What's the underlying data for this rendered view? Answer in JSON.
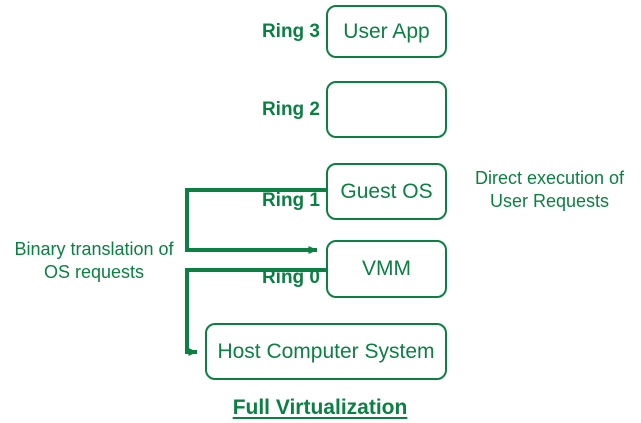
{
  "diagram": {
    "caption": "Full Virtualization",
    "accent_color": "#0b8043",
    "background_color": "#ffffff",
    "ring_labels": [
      {
        "id": "ring-3",
        "text": "Ring 3"
      },
      {
        "id": "ring-2",
        "text": "Ring 2"
      },
      {
        "id": "ring-1",
        "text": "Ring 1"
      },
      {
        "id": "ring-0",
        "text": "Ring 0"
      }
    ],
    "boxes": [
      {
        "id": "user-app",
        "text": "User App"
      },
      {
        "id": "ring2-empty",
        "text": ""
      },
      {
        "id": "guest-os",
        "text": "Guest OS"
      },
      {
        "id": "vmm",
        "text": "VMM"
      },
      {
        "id": "host-system",
        "text": "Host Computer System"
      }
    ],
    "notes": {
      "left": "Binary translation of OS requests",
      "left_line1": "Binary translation of",
      "left_line2": "OS requests",
      "right": "Direct execution of User Requests",
      "right_line1": "Direct execution of",
      "right_line2": "User Requests"
    },
    "connectors": [
      {
        "id": "guest-os-to-vmm",
        "from": "guest-os",
        "to": "vmm",
        "arrowhead": "to",
        "meaning": "Binary translation of OS requests"
      },
      {
        "id": "vmm-to-host-system",
        "from": "vmm",
        "to": "host-system",
        "arrowhead": "to",
        "meaning": "Binary translation of OS requests"
      }
    ]
  }
}
